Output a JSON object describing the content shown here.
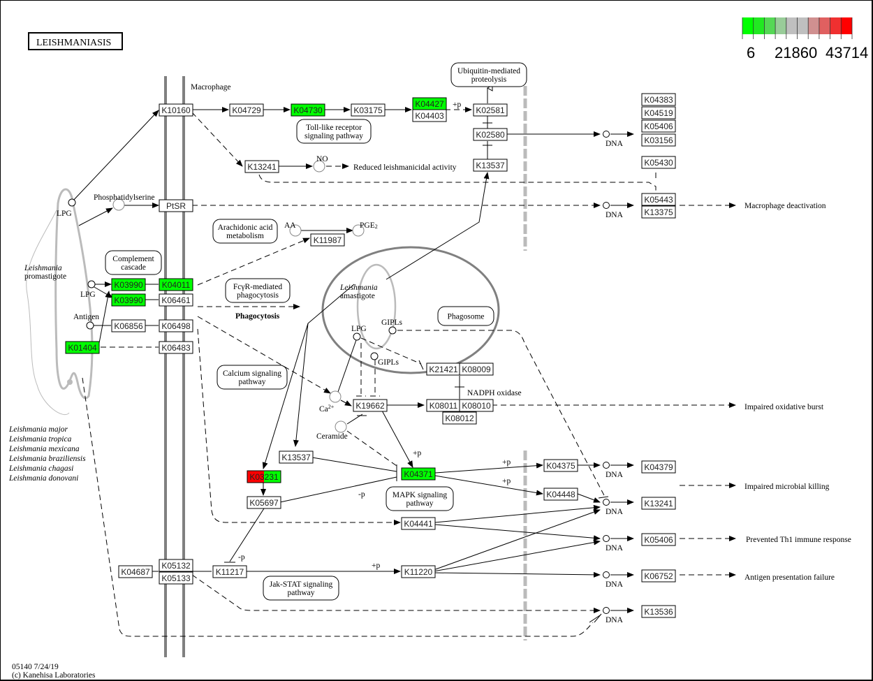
{
  "title": "LEISHMANIASIS",
  "legend": {
    "min_label": "6",
    "mid_label": "21860",
    "max_label": "43714",
    "colors": [
      "#00ff00",
      "#22e922",
      "#55d855",
      "#99cc99",
      "#bfbfbf",
      "#bfbfbf",
      "#d09090",
      "#e06060",
      "#f03030",
      "#ff0000"
    ]
  },
  "colors": {
    "up": "#ff0000",
    "down": "#00ff00",
    "none": "#ffffff",
    "membrane": "#808080",
    "organism": "#bbbbbb"
  },
  "compartments": {
    "macrophage": "Macrophage",
    "promastigote": [
      "Leishmania",
      "promastigote"
    ],
    "amastigote": [
      "Leishmania",
      "amastigote"
    ]
  },
  "genes": [
    {
      "id": "K10160",
      "color": "none"
    },
    {
      "id": "K04729",
      "color": "none"
    },
    {
      "id": "K04730",
      "color": "down"
    },
    {
      "id": "K03175",
      "color": "none"
    },
    {
      "id": "K04427",
      "color": "down"
    },
    {
      "id": "K04403",
      "color": "none"
    },
    {
      "id": "K02581",
      "color": "none"
    },
    {
      "id": "K02580",
      "color": "none"
    },
    {
      "id": "K13537",
      "color": "none"
    },
    {
      "id": "K13241",
      "color": "none"
    },
    {
      "id": "K04383",
      "color": "none"
    },
    {
      "id": "K04519",
      "color": "none"
    },
    {
      "id": "K05406",
      "color": "none"
    },
    {
      "id": "K03156",
      "color": "none"
    },
    {
      "id": "K05430",
      "color": "none"
    },
    {
      "id": "K05443",
      "color": "none"
    },
    {
      "id": "K13375",
      "color": "none"
    },
    {
      "id": "PtSR",
      "color": "none"
    },
    {
      "id": "K11987",
      "color": "none"
    },
    {
      "id": "K03990",
      "color": "down"
    },
    {
      "id": "K04011",
      "color": "down"
    },
    {
      "id": "K03990",
      "color": "down"
    },
    {
      "id": "K06461",
      "color": "none"
    },
    {
      "id": "K06856",
      "color": "none"
    },
    {
      "id": "K06498",
      "color": "none"
    },
    {
      "id": "K01404",
      "color": "down"
    },
    {
      "id": "K06483",
      "color": "none"
    },
    {
      "id": "K21421",
      "color": "none"
    },
    {
      "id": "K08009",
      "color": "none"
    },
    {
      "id": "K19662",
      "color": "none"
    },
    {
      "id": "K08011",
      "color": "none"
    },
    {
      "id": "K08010",
      "color": "none"
    },
    {
      "id": "K08012",
      "color": "none"
    },
    {
      "id": "K13537",
      "color": "none"
    },
    {
      "id": "K03231",
      "color": "split"
    },
    {
      "id": "K04371",
      "color": "down"
    },
    {
      "id": "K05697",
      "color": "none"
    },
    {
      "id": "K04375",
      "color": "none"
    },
    {
      "id": "K04379",
      "color": "none"
    },
    {
      "id": "K04448",
      "color": "none"
    },
    {
      "id": "K13241",
      "color": "none"
    },
    {
      "id": "K04441",
      "color": "none"
    },
    {
      "id": "K05406",
      "color": "none"
    },
    {
      "id": "K04687",
      "color": "none"
    },
    {
      "id": "K05132",
      "color": "none"
    },
    {
      "id": "K05133",
      "color": "none"
    },
    {
      "id": "K11217",
      "color": "none"
    },
    {
      "id": "K11220",
      "color": "none"
    },
    {
      "id": "K06752",
      "color": "none"
    },
    {
      "id": "K13536",
      "color": "none"
    }
  ],
  "pathways": [
    {
      "lines": [
        "Ubiquitin-mediated",
        "proteolysis"
      ]
    },
    {
      "lines": [
        "Toll-like receptor",
        "signaling pathway"
      ]
    },
    {
      "lines": [
        "Arachidonic acid",
        "metabolism"
      ]
    },
    {
      "lines": [
        "Complement",
        "cascade"
      ]
    },
    {
      "lines": [
        "FcγR-mediated",
        "phagocytosis"
      ]
    },
    {
      "lines": [
        "Phagosome"
      ]
    },
    {
      "lines": [
        "Calcium signaling",
        "pathway"
      ]
    },
    {
      "lines": [
        "MAPK signaling",
        "pathway"
      ]
    },
    {
      "lines": [
        "Jak-STAT signaling",
        "pathway"
      ]
    }
  ],
  "labels": {
    "no": "NO",
    "reduced": "Reduced leishmanicidal activity",
    "phosphatidylserine": "Phosphatidylserine",
    "lpg": "LPG",
    "aa": "AA",
    "pge2": "PGE",
    "pge2_sub": "2",
    "antigen": "Antigen",
    "phagocytosis": "Phagocytosis",
    "gipls": "GIPLs",
    "ca": "Ca",
    "ca_sup": "2+",
    "ceramide": "Ceramide",
    "nadph": "NADPH oxidase",
    "dna": "DNA",
    "plus_p": "+p",
    "minus_p": "-p"
  },
  "outcomes": [
    "Macrophage deactivation",
    "Impaired oxidative burst",
    "Impaired microbial killing",
    "Prevented Th1 immune response",
    "Antigen presentation failure"
  ],
  "species": [
    "Leishmania major",
    "Leishmania tropica",
    "Leishmania mexicana",
    "Leishmania braziliensis",
    "Leishmania chagasi",
    "Leishmania donovani"
  ],
  "footer": {
    "map_id": "05140 7/24/19",
    "copyright": "(c) Kanehisa Laboratories"
  }
}
